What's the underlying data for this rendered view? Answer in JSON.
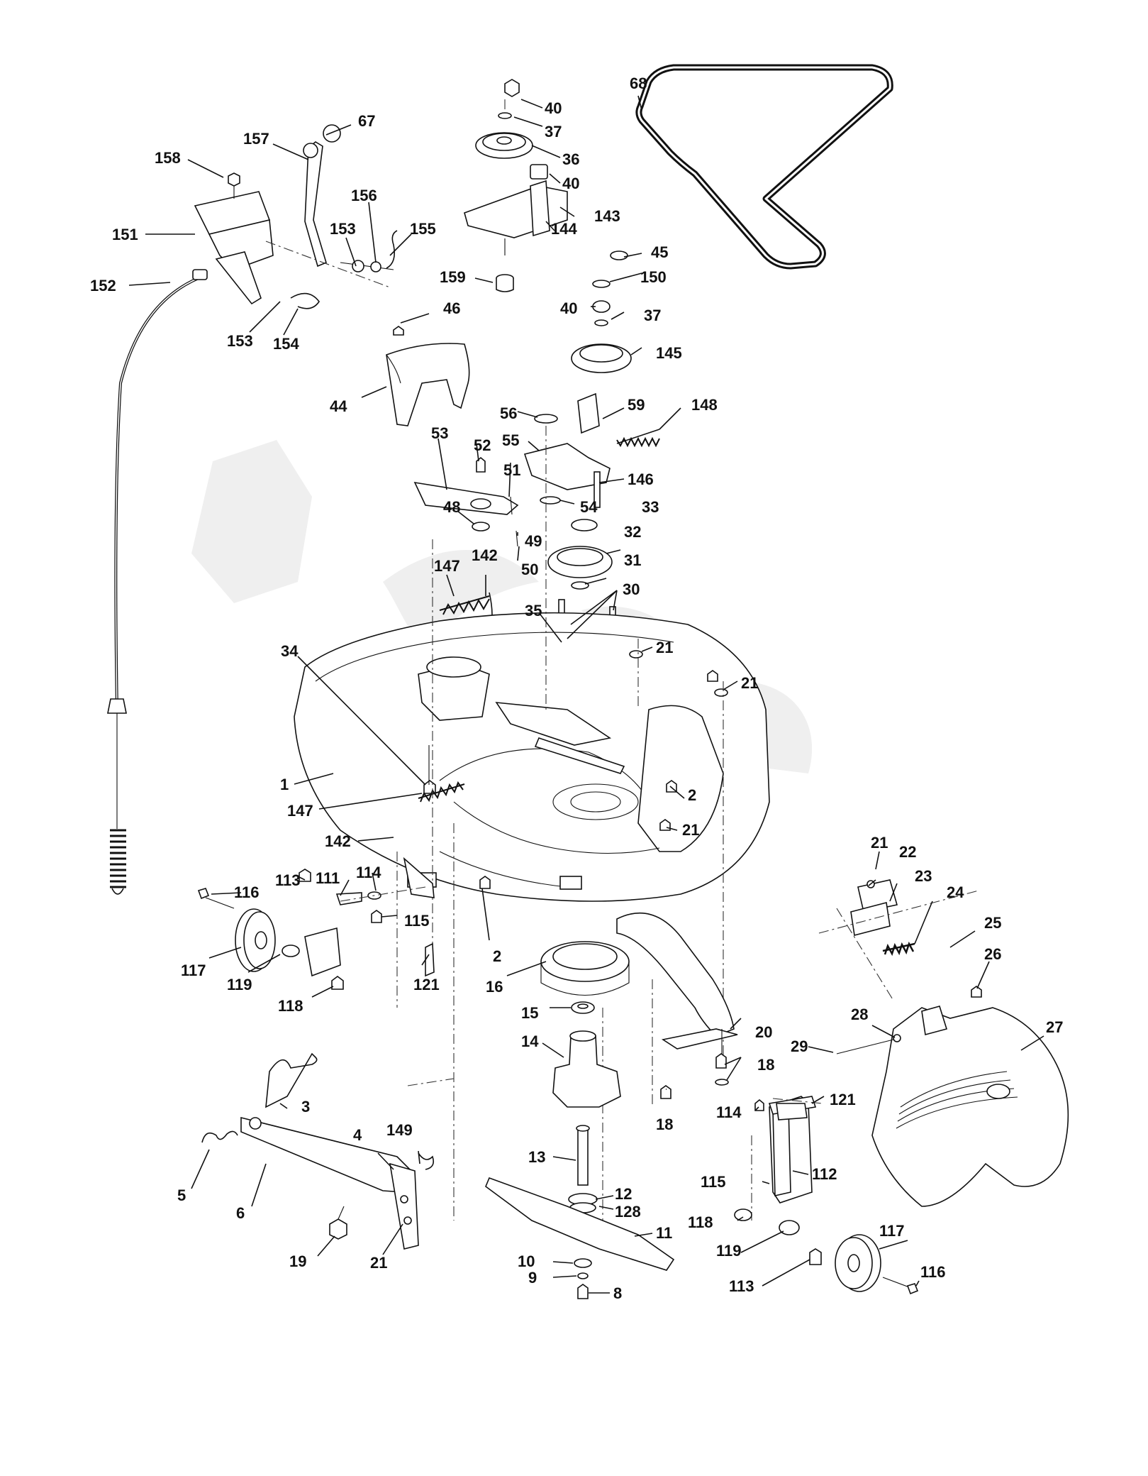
{
  "callouts": [
    "68",
    "40",
    "37",
    "36",
    "40",
    "143",
    "144",
    "159",
    "67",
    "157",
    "158",
    "151",
    "156",
    "153",
    "155",
    "152",
    "153",
    "154",
    "45",
    "150",
    "40",
    "37",
    "145",
    "46",
    "44",
    "56",
    "59",
    "148",
    "55",
    "52",
    "53",
    "51",
    "146",
    "54",
    "33",
    "48",
    "49",
    "50",
    "32",
    "31",
    "30",
    "147",
    "142",
    "35",
    "21",
    "21",
    "34",
    "1",
    "2",
    "21",
    "147",
    "142",
    "116",
    "113",
    "111",
    "114",
    "115",
    "117",
    "119",
    "121",
    "118",
    "2",
    "16",
    "15",
    "14",
    "20",
    "18",
    "18",
    "21",
    "22",
    "23",
    "24",
    "25",
    "26",
    "27",
    "28",
    "29",
    "121",
    "114",
    "3",
    "4",
    "149",
    "5",
    "6",
    "19",
    "21",
    "13",
    "12",
    "128",
    "11",
    "10",
    "9",
    "8",
    "115",
    "112",
    "118",
    "119",
    "117",
    "113",
    "116"
  ],
  "colors": {
    "ink": "#111111",
    "watermark": "#ededed",
    "background": "#ffffff"
  }
}
